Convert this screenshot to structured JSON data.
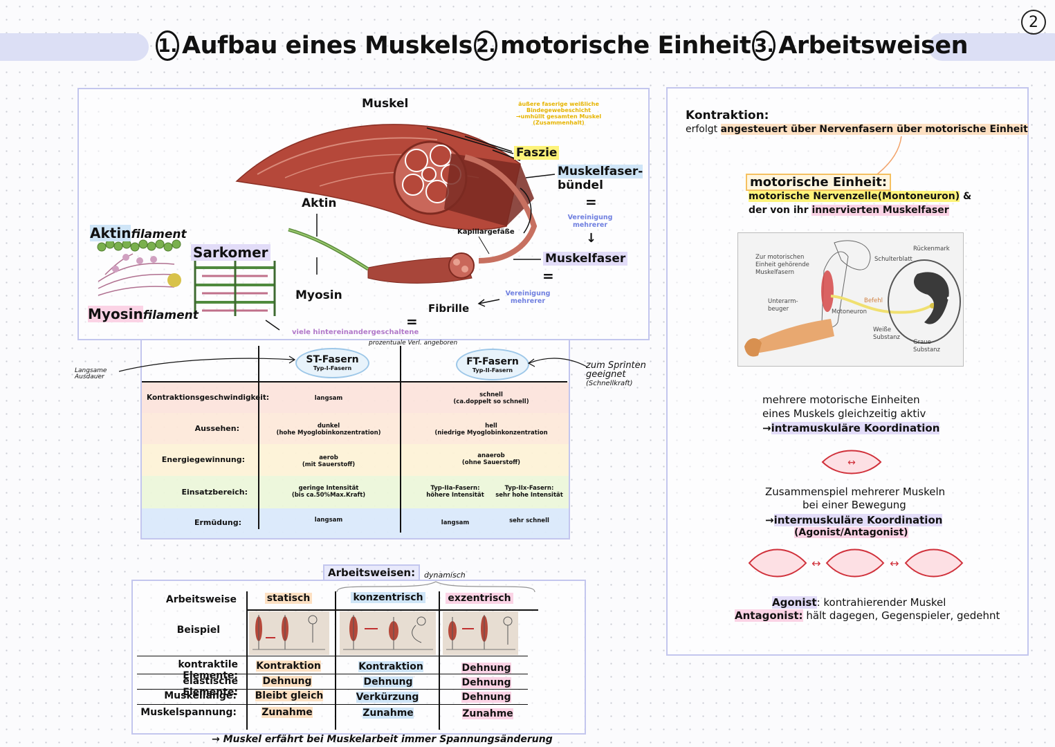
{
  "page_number": "2",
  "title": {
    "parts": [
      {
        "num": "1.",
        "text": "Aufbau eines Muskels"
      },
      {
        "num": "2.",
        "text": "motorische Einheit"
      },
      {
        "num": "3.",
        "text": "Arbeitsweisen"
      }
    ]
  },
  "muscle": {
    "muskel": "Muskel",
    "faszie": "Faszie",
    "faszie_note": [
      "äußere faserige weißliche",
      "Bindegewebeschicht",
      "→umhüllt gesamten Muskel",
      "(Zusammenhalt)"
    ],
    "buendel": [
      "Muskelfaser-",
      "bündel"
    ],
    "eq1": "=",
    "vereinigung1": [
      "Vereinigung",
      "mehrerer"
    ],
    "arrow_down": "↓",
    "muskelfaser": "Muskelfaser",
    "eq2": "=",
    "vereinigung2": [
      "Vereinigung",
      "mehrerer"
    ],
    "fibrille": "Fibrille",
    "eq3": "=",
    "kapillar": "Kapillargefäße",
    "aktin": "Aktin",
    "myosin": "Myosin",
    "aktinfilament_a": "Aktin",
    "aktinfilament_b": "filament",
    "sarkomer": "Sarkomer",
    "myosinfilament_a": "Myosin",
    "myosinfilament_b": "filament",
    "viele": "viele hintereinandergeschaltene"
  },
  "fibers": {
    "note_top": "prozentuale Verl. angeboren",
    "note_left": [
      "Langsame",
      "Ausdauer"
    ],
    "note_right": [
      "zum Sprinten",
      "geeignet",
      "(Schnellkraft)"
    ],
    "st": {
      "name": "ST-Fasern",
      "sub": "Typ-I-Fasern"
    },
    "ft": {
      "name": "FT-Fasern",
      "sub": "Typ-II-Fasern"
    },
    "rows": [
      {
        "label": "Kontraktionsgeschwindigkeit:",
        "st": [
          "langsam"
        ],
        "ft": [
          "schnell",
          "(ca.doppelt so schnell)"
        ],
        "color": "#fbe0d8"
      },
      {
        "label": "Aussehen:",
        "st": [
          "dunkel",
          "(hohe Myoglobinkonzentration)"
        ],
        "ft": [
          "hell",
          "(niedrige Myoglobinkonzentration"
        ],
        "color": "#fde6d6"
      },
      {
        "label": "Energiegewinnung:",
        "st": [
          "aerob",
          "(mit Sauerstoff)"
        ],
        "ft": [
          "anaerob",
          "(ohne Sauerstoff)"
        ],
        "color": "#fdf1d2"
      },
      {
        "label": "Einsatzbereich:",
        "st": [
          "geringe Intensität",
          "(bis ca.50%Max.Kraft)"
        ],
        "ft_a": [
          "Typ-IIa-Fasern:",
          "höhere Intensität"
        ],
        "ft_b": [
          "Typ-IIx-Fasern:",
          "sehr hohe Intensität"
        ],
        "color": "#eaf6d6"
      },
      {
        "label": "Ermüdung:",
        "st": [
          "langsam"
        ],
        "ft_a": [
          "langsam"
        ],
        "ft_b": [
          "sehr schnell"
        ],
        "color": "#d8e8fb"
      }
    ]
  },
  "arbeitsweisen": {
    "title": "Arbeitsweisen:",
    "dynamisch": "dynamisch",
    "header_label": "Arbeitsweise",
    "columns": [
      "statisch",
      "konzentrisch",
      "exzentrisch"
    ],
    "beispiel": "Beispiel",
    "rows": [
      {
        "label": "kontraktile Elemente:",
        "values": [
          "Kontraktion",
          "Kontraktion",
          "Dehnung"
        ]
      },
      {
        "label": "elastische Elemente:",
        "values": [
          "Dehnung",
          "Dehnung",
          "Dehnung"
        ]
      },
      {
        "label": "Muskellänge:",
        "values": [
          "Bleibt gleich",
          "Verkürzung",
          "Dehnung"
        ]
      },
      {
        "label": "Muskelspannung:",
        "values": [
          "Zunahme",
          "Zunahme",
          "Zunahme"
        ]
      }
    ],
    "footer": "→ Muskel erfährt bei Muskelarbeit immer Spannungsänderung"
  },
  "right": {
    "kontraktion_title": "Kontraktion:",
    "kontraktion_a": "erfolgt ",
    "kontraktion_b": "angesteuert über Nervenfasern über motorische Einheit",
    "me_title": "motorische Einheit:",
    "me_line1": "motorische Nervenzelle(Montoneuron)",
    "me_amp": " &",
    "me_line2a": "der von ihr ",
    "me_line2b": "innervierten Muskelfaser",
    "fig": {
      "zur": [
        "Zur motorischen",
        "Einheit gehörende",
        "Muskelfasern"
      ],
      "schulterblatt": "Schulterblatt",
      "rueckenmark": "Rückenmark",
      "unterarm": [
        "Unterarm-",
        "beuger"
      ],
      "befehl": "Befehl",
      "motoneuron": "Motoneuron",
      "weisse": [
        "Weiße",
        "Substanz"
      ],
      "graue": [
        "Graue",
        "Substanz"
      ]
    },
    "intra_1": "mehrere motorische Einheiten",
    "intra_2": "eines Muskels gleichzeitig aktiv",
    "intra_3a": "→",
    "intra_3b": "intramuskuläre Koordination",
    "inter_1": "Zusammenspiel mehrerer Muskeln",
    "inter_2": "bei einer Bewegung",
    "inter_3a": "→",
    "inter_3b": "intermuskuläre Koordination",
    "inter_4": "(Agonist/Antagonist)",
    "agonist_a": "Agonist",
    "agonist_b": ": kontrahierender Muskel",
    "antagonist_a": "Antagonist:",
    "antagonist_b": " hält dagegen, Gegenspieler, gedehnt",
    "arrow_symbol": "↔"
  }
}
